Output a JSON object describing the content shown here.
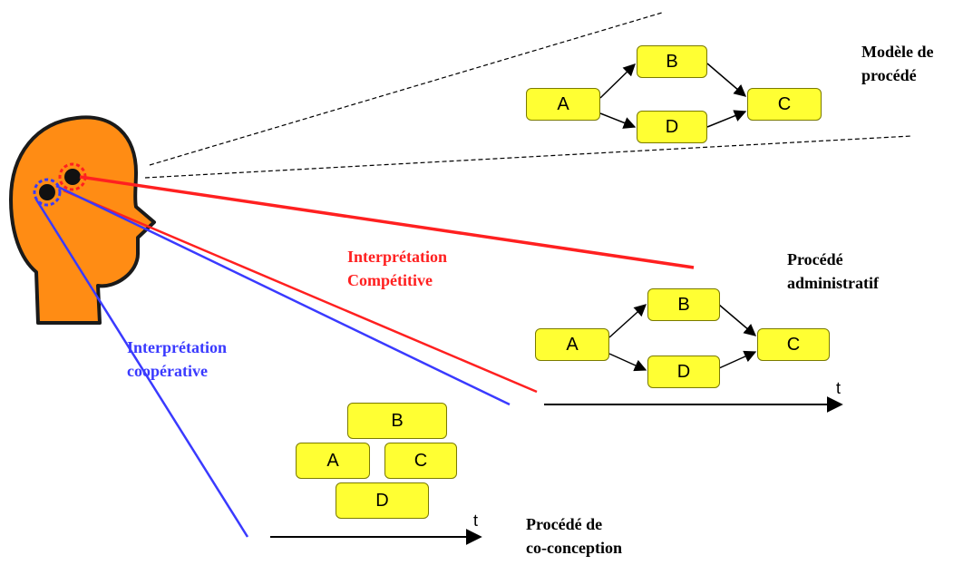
{
  "colors": {
    "head_fill": "#ff8c14",
    "head_outline": "#1a1a1a",
    "box_fill": "#ffff33",
    "competitive_red": "#ff2020",
    "cooperative_blue": "#3a3aff"
  },
  "labels": {
    "model_line1": "Modèle de",
    "model_line2": "procédé",
    "admin_line1": "Procédé",
    "admin_line2": "administratif",
    "competitive_line1": "Interprétation",
    "competitive_line2": "Compétitive",
    "cooperative_line1": "Interprétation",
    "cooperative_line2": "coopérative",
    "codesign_line1": "Procédé de",
    "codesign_line2": "co-conception",
    "time_axis": "t"
  },
  "model_process": {
    "a": "A",
    "b": "B",
    "c": "C",
    "d": "D"
  },
  "admin_process": {
    "a": "A",
    "b": "B",
    "c": "C",
    "d": "D"
  },
  "codesign_process": {
    "a": "A",
    "b": "B",
    "c": "C",
    "d": "D"
  },
  "icons": [
    "head-silhouette-icon",
    "red-gear-icon",
    "blue-gear-icon"
  ]
}
